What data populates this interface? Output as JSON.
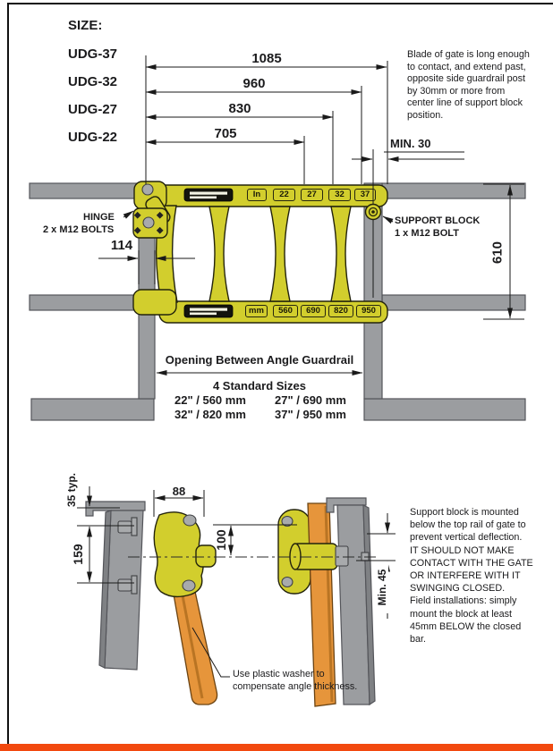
{
  "colors": {
    "gate_yellow": "#d2ce2d",
    "steel_gray": "#9b9da0",
    "blade_orange": "#e6953b",
    "accent_bar": "#f2490f"
  },
  "size_list": {
    "heading": "SIZE:",
    "models": [
      "UDG-37",
      "UDG-32",
      "UDG-27",
      "UDG-22"
    ]
  },
  "top_dimensions": {
    "values": [
      "1085",
      "960",
      "830",
      "705"
    ],
    "min_overhang": "MIN. 30"
  },
  "blade_note": {
    "lines": [
      "Blade of gate is long enough",
      "to contact, and extend past,",
      "opposite side guardrail post",
      "by 30mm or more from",
      "center line of support block",
      "position."
    ]
  },
  "front_view": {
    "hinge_label_line1": "HINGE",
    "hinge_label_line2": "2 x M12 BOLTS",
    "hinge_post_dim": "114",
    "support_label_line1": "SUPPORT BLOCK",
    "support_label_line2": "1 x M12 BOLT",
    "gate_height": "610",
    "top_rail_labels": [
      "In",
      "22",
      "27",
      "32",
      "37"
    ],
    "bottom_rail_labels": [
      "mm",
      "560",
      "690",
      "820",
      "950"
    ],
    "opening_label": "Opening Between Angle Guardrail",
    "standard_sizes_title": "4 Standard Sizes",
    "standard_sizes": [
      "22\" / 560 mm",
      "27\" / 690 mm",
      "32\" / 820 mm",
      "37\" / 950 mm"
    ]
  },
  "side_views": {
    "dim_flange": "35 typ.",
    "dim_bracket_width": "88",
    "dim_bolt_spacing": "159",
    "dim_block_offset": "100",
    "dim_min_clearance": "Min. 45",
    "washer_note_lines": [
      "Use plastic washer to",
      "compensate angle thickness."
    ]
  },
  "support_note": {
    "lines": [
      "Support block is mounted",
      "below the top rail of gate to",
      "prevent vertical deflection.",
      "IT SHOULD NOT MAKE",
      "CONTACT WITH THE GATE",
      "OR INTERFERE WITH IT",
      "SWINGING CLOSED.",
      "Field installations: simply",
      "mount the block at least",
      "45mm BELOW the closed",
      "bar."
    ]
  }
}
